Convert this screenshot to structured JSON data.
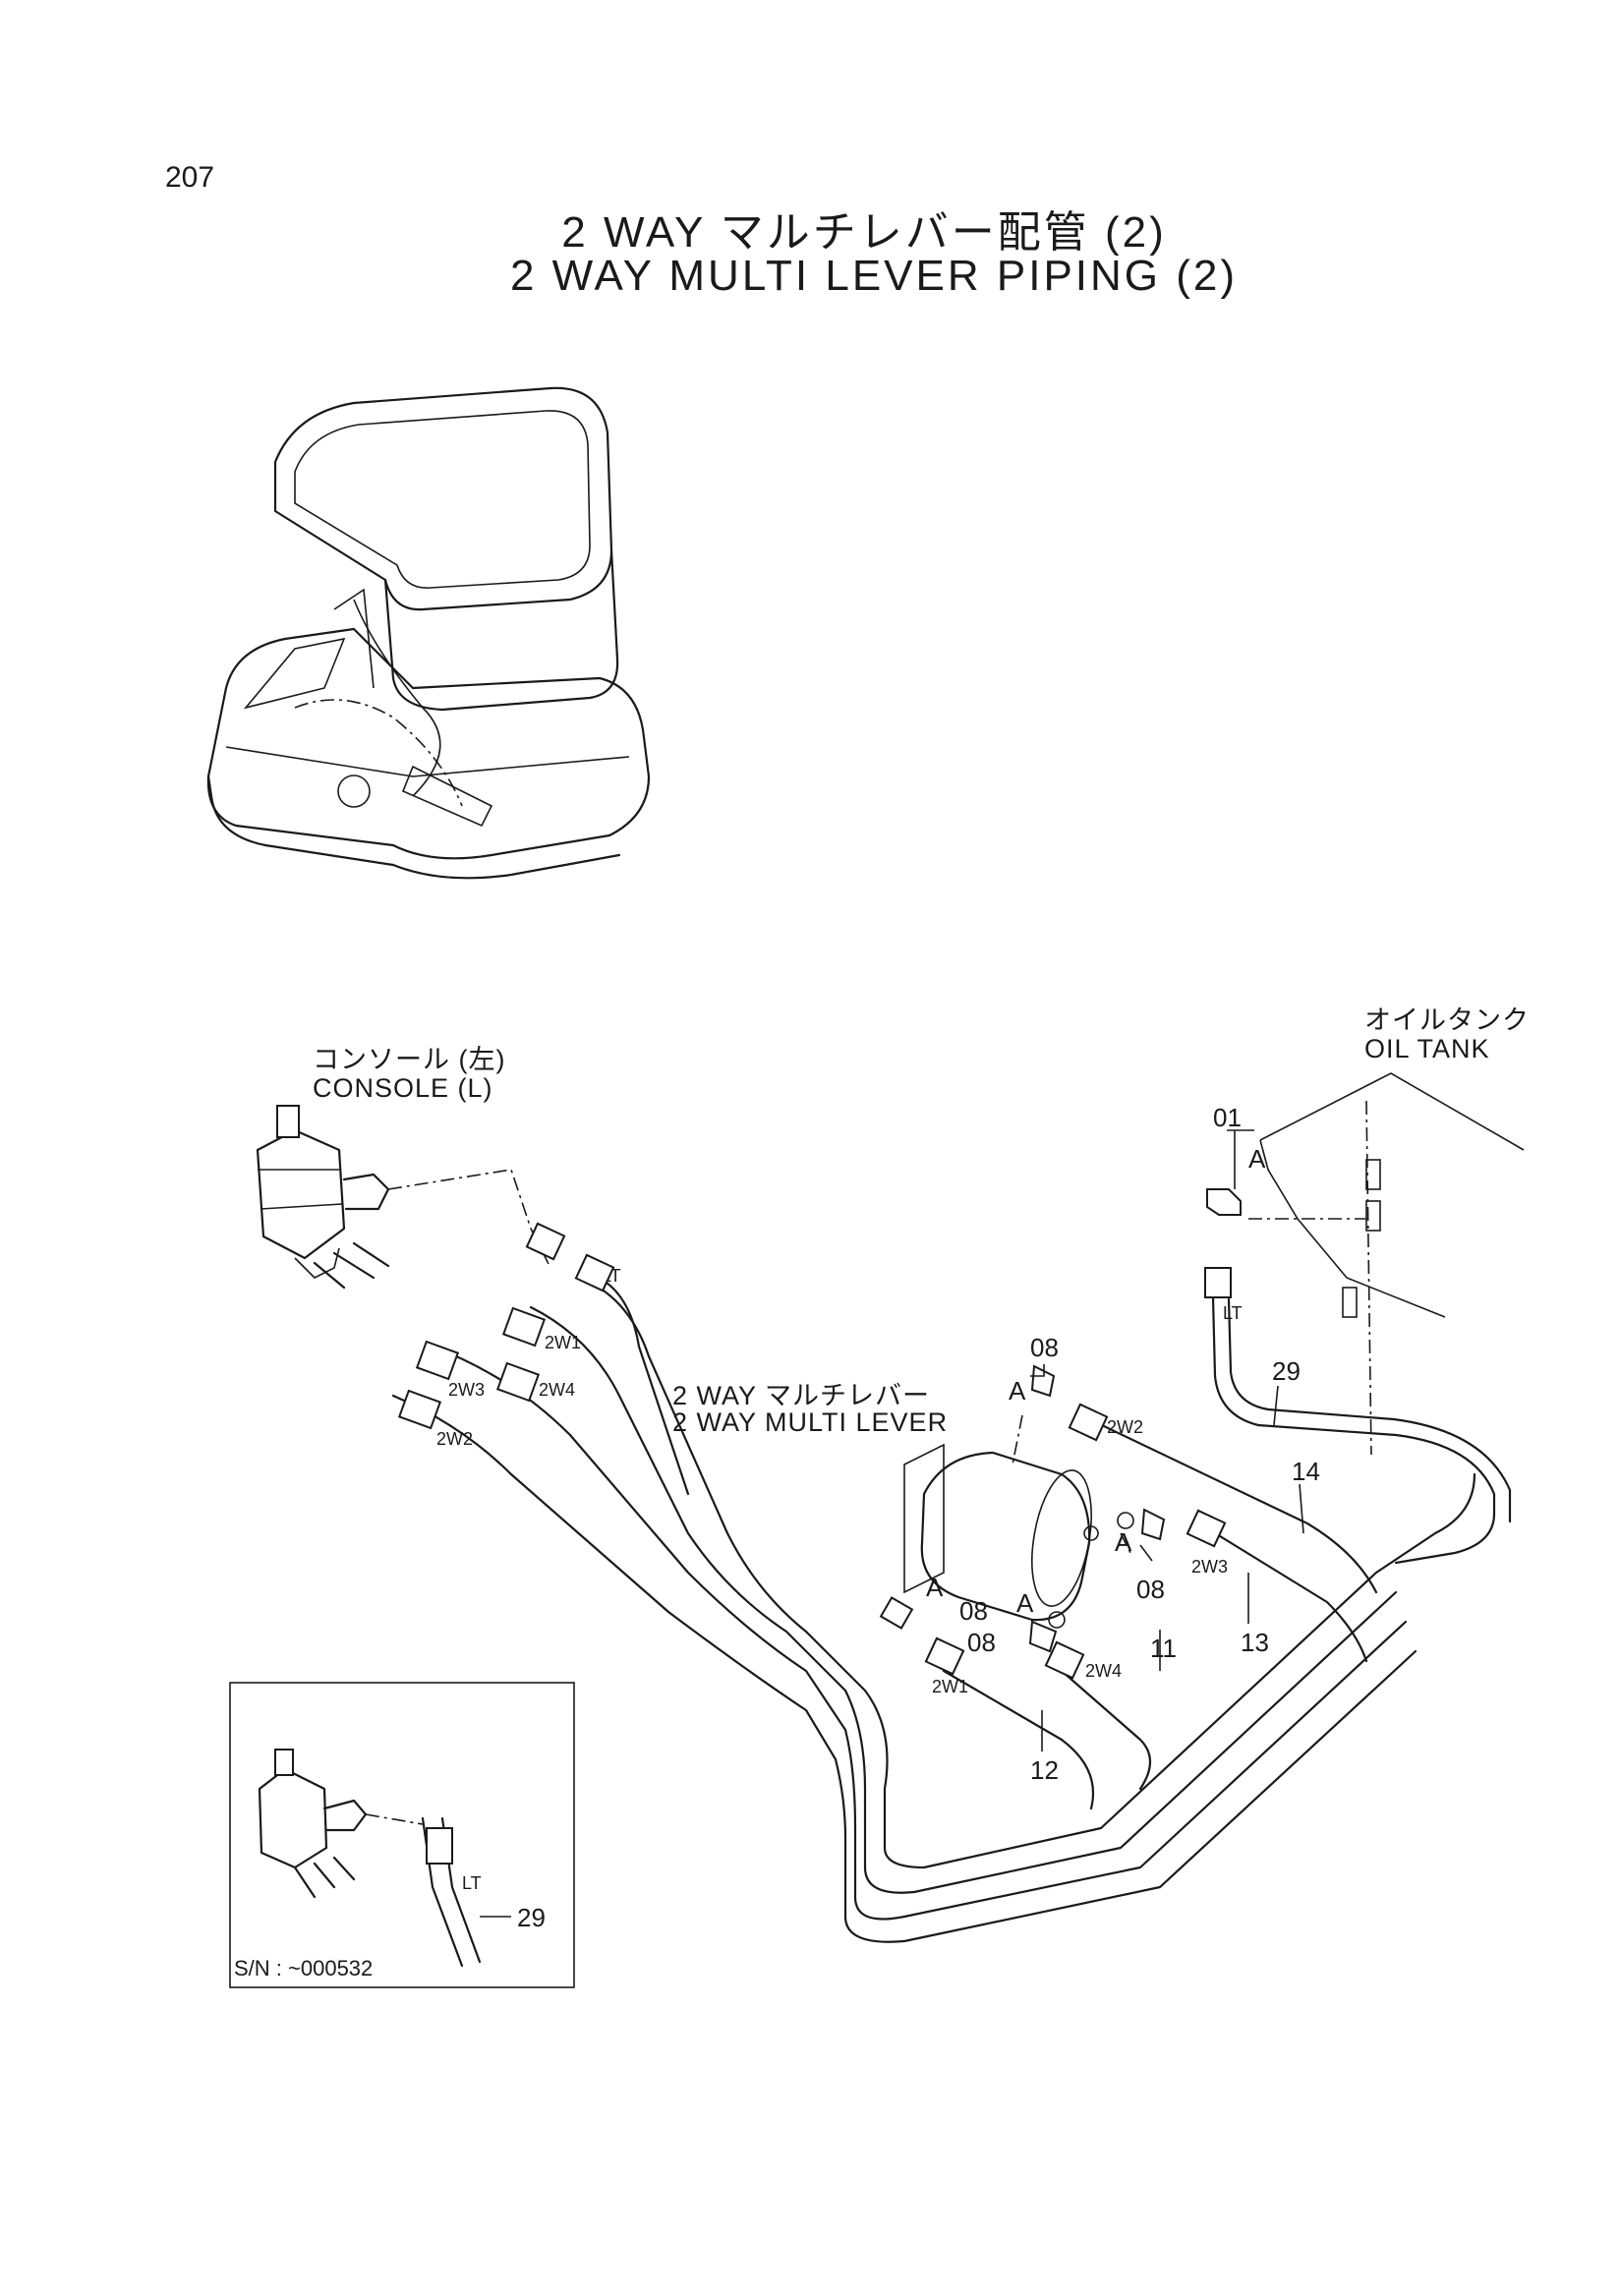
{
  "page_number": "207",
  "title_jp": "2 WAY マルチレバー配管 (2)",
  "title_en": "2 WAY MULTI LEVER PIPING (2)",
  "labels": {
    "console_jp": "コンソール (左)",
    "console_en": "CONSOLE (L)",
    "oil_tank_jp": "オイルタンク",
    "oil_tank_en": "OIL TANK",
    "multi_lever_jp": "2 WAY マルチレバー",
    "multi_lever_en": "2 WAY MULTI LEVER"
  },
  "callouts": {
    "p01": "01",
    "p08_top": "08",
    "p08_right": "08",
    "p08_left": "08",
    "p08_bottom": "08",
    "p11": "11",
    "p12": "12",
    "p13": "13",
    "p14": "14",
    "p29": "29",
    "p29_inset": "29"
  },
  "port_labels": {
    "lt_console": "LT",
    "lt_tank": "LT",
    "lt_inset": "LT",
    "w1_console": "2W1",
    "w3_console": "2W3",
    "w4_console": "2W4",
    "w2_console": "2W2",
    "w2_lever": "2W2",
    "w3_lever": "2W3",
    "w1_lever": "2W1",
    "w4_lever": "2W4"
  },
  "view_markers": {
    "a_tank": "A",
    "a_top": "A",
    "a_right": "A",
    "a_left": "A",
    "a_bottom": "A"
  },
  "inset": {
    "serial": "S/N : ~000532"
  }
}
